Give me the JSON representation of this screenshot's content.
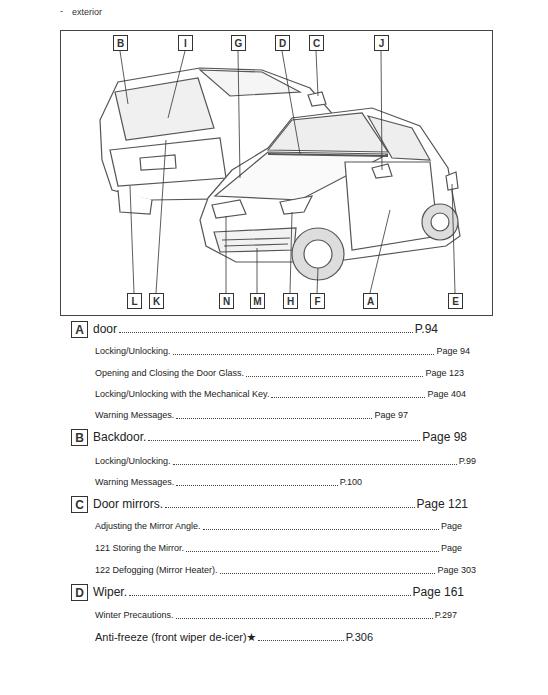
{
  "diagram": {
    "title": "exterior",
    "nodes": [
      {
        "text": [
          "B"
        ]
      },
      {
        "text": [
          "I"
        ]
      },
      {
        "text": [
          "G"
        ]
      },
      {
        "text": [
          "D"
        ]
      },
      {
        "text": [
          "C"
        ]
      },
      {
        "text": [
          "J"
        ]
      },
      {
        "text": [
          "L"
        ]
      },
      {
        "text": [
          "K"
        ]
      },
      {
        "text": [
          "N"
        ]
      },
      {
        "text": [
          "M"
        ]
      },
      {
        "text": [
          "H"
        ]
      },
      {
        "text": [
          "F"
        ]
      },
      {
        "text": [
          "A"
        ]
      },
      {
        "text": [
          "E"
        ]
      },
      {
        "text": [
          "A"
        ]
      },
      {
        "text": [
          "B"
        ]
      },
      {
        "text": [
          "C"
        ]
      },
      {
        "text": [
          "D"
        ]
      }
    ],
    "labels": [
      "-",
      "door",
      "P.94",
      "Locking/Unlocking.",
      "Page 94",
      "Opening and Closing the Door Glass.",
      "Page 123",
      "Locking/Unlocking with the Mechanical Key.",
      "Page 404",
      "Warning Messages.",
      "Page 97",
      "Backdoor.",
      "Page 98",
      "Locking/Unlocking.",
      "P.99",
      "Warning Messages.",
      "P.100",
      "Door mirrors.",
      "Page 121",
      "Adjusting the Mirror Angle.",
      "Page",
      "121 Storing the Mirror.",
      "Page",
      "122 Defogging (Mirror Heater).",
      "Page 303",
      "Wiper.",
      "Page 161",
      "Winter Precautions.",
      "P.297",
      "Anti-freeze (front wiper de-icer)★",
      "P.306"
    ]
  }
}
